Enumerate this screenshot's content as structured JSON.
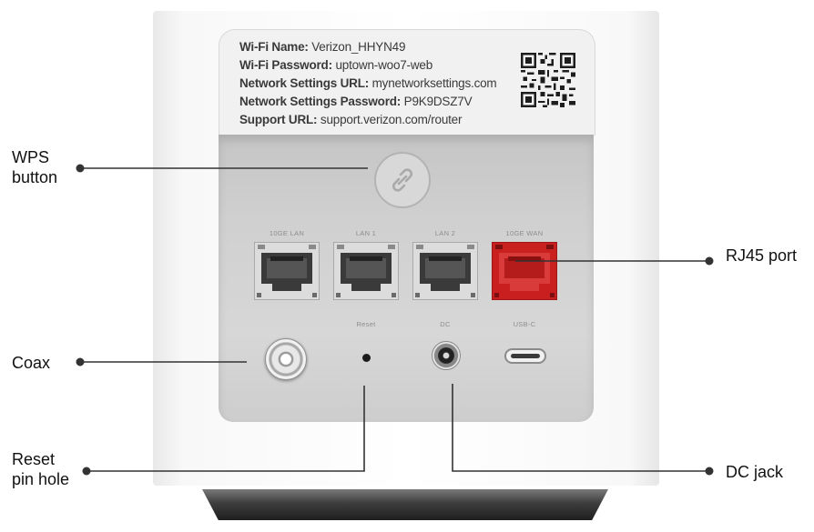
{
  "label": {
    "wifi_name_key": "Wi-Fi Name:",
    "wifi_name_value": "Verizon_HHYN49",
    "wifi_password_key": "Wi-Fi Password:",
    "wifi_password_value": "uptown-woo7-web",
    "network_settings_url_key": "Network Settings URL:",
    "network_settings_url_value": "mynetworksettings.com",
    "network_settings_password_key": "Network Settings Password:",
    "network_settings_password_value": "P9K9DSZ7V",
    "support_url_key": "Support URL:",
    "support_url_value": "support.verizon.com/router"
  },
  "ports": {
    "lan_10ge": "10GE LAN",
    "lan1": "LAN 1",
    "lan2": "LAN 2",
    "wan_10ge": "10GE WAN",
    "reset": "Reset",
    "dc": "DC",
    "usbc": "USB-C"
  },
  "callouts": {
    "wps_line1": "WPS",
    "wps_line2": "button",
    "rj45": "RJ45 port",
    "coax": "Coax",
    "reset_line1": "Reset",
    "reset_line2": "pin hole",
    "dc_jack": "DC jack"
  },
  "colors": {
    "wan_port": "#c91f1f",
    "lan_port": "#dcdcdc",
    "callout_line": "#333333"
  },
  "icons": {
    "wps": "link-chain-icon",
    "qr": "qr-code-icon"
  }
}
